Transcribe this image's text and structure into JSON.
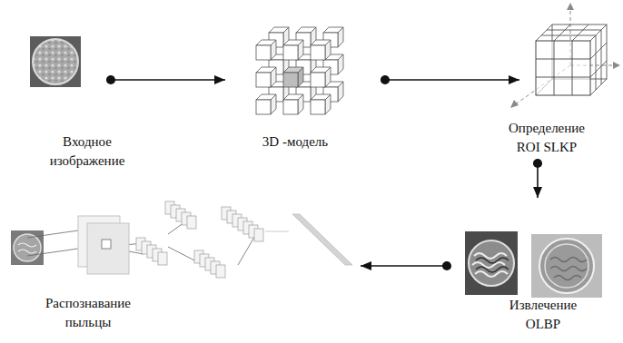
{
  "diagram": {
    "nodes": [
      {
        "text": [
          "Входное изображение"
        ]
      },
      {
        "text": [
          "3D -модель"
        ]
      },
      {
        "text": [
          "Определение ROI SLKP"
        ]
      },
      {
        "text": [
          "Извлечение OLBP"
        ]
      },
      {
        "text": [
          "Распознавание пыльцы"
        ]
      }
    ],
    "edges": [
      {
        "from": 0,
        "to": 1,
        "arrow": "to"
      },
      {
        "from": 1,
        "to": 2,
        "arrow": "to"
      },
      {
        "from": 2,
        "to": 3,
        "arrow": "to"
      },
      {
        "from": 3,
        "to": 4,
        "arrow": "to"
      }
    ]
  }
}
